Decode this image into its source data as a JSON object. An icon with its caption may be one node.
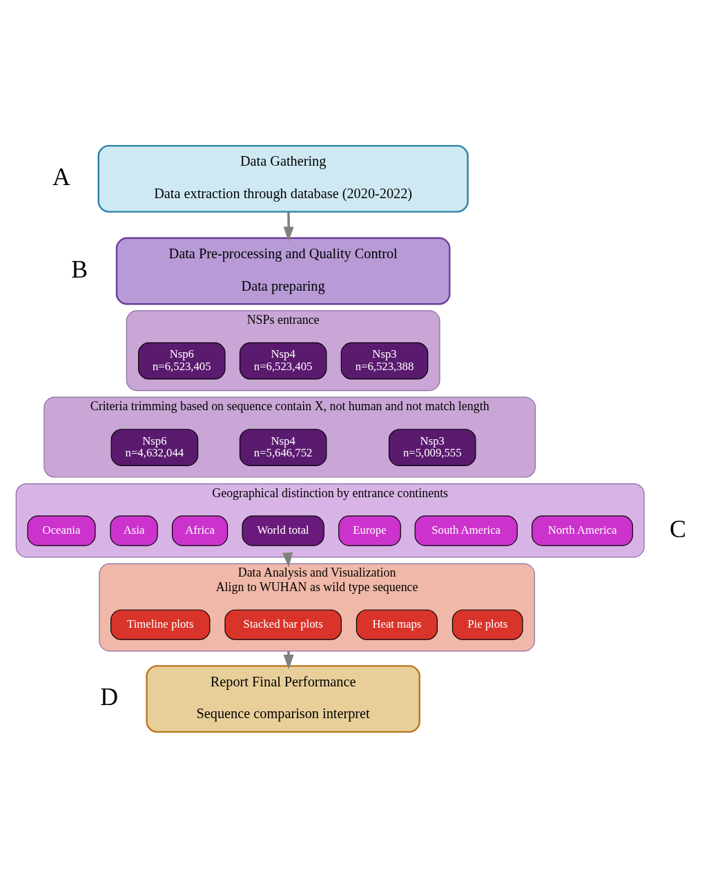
{
  "diagram": {
    "nodes": [
      {
        "text": [
          "Data Gathering",
          "Data extraction through database (2020-2022)"
        ]
      },
      {
        "text": [
          "Data Pre-processing and Quality Control",
          "Data preparing"
        ]
      },
      {
        "text": [
          "NSPs entrance"
        ]
      },
      {
        "text": [
          "Nsp3",
          "n=6,523,388"
        ],
        "in": 2
      },
      {
        "text": [
          "Nsp4",
          "n=6,523,405"
        ],
        "in": 2
      },
      {
        "text": [
          "Nsp6",
          "n=6,523,405"
        ],
        "in": 2
      },
      {
        "text": [
          "Criteria trimming based on sequence contain X, not human and not match length"
        ]
      },
      {
        "text": [
          "Nsp3",
          "n=5,009,555"
        ],
        "in": 6
      },
      {
        "text": [
          "Nsp4",
          "n=5,646,752"
        ],
        "in": 6
      },
      {
        "text": [
          "Nsp6",
          "n=4,632,044"
        ],
        "in": 6
      },
      {
        "text": [
          "Geographical distinction by entrance continents"
        ]
      },
      {
        "text": [
          "North America"
        ],
        "in": 10
      },
      {
        "text": [
          "South America"
        ],
        "in": 10
      },
      {
        "text": [
          "Europe"
        ],
        "in": 10
      },
      {
        "text": [
          "World total"
        ],
        "in": 10
      },
      {
        "text": [
          "Africa"
        ],
        "in": 10
      },
      {
        "text": [
          "Asia"
        ],
        "in": 10
      },
      {
        "text": [
          "Oceania"
        ],
        "in": 10
      },
      {
        "text": [
          "Data Analysis and Visualization",
          "Align to WUHAN as wild type sequence"
        ]
      },
      {
        "text": [
          "Pie plots"
        ],
        "in": 18
      },
      {
        "text": [
          "Heat maps"
        ],
        "in": 18
      },
      {
        "text": [
          "Stacked bar plots"
        ],
        "in": 18
      },
      {
        "text": [
          "Timeline plots"
        ],
        "in": 18
      },
      {
        "text": [
          "Report Final Performance",
          "Sequence comparison interpret"
        ]
      }
    ],
    "edges": [
      {
        "from": 0,
        "to": 1,
        "arrow": "to"
      },
      {
        "from": 10,
        "to": 18,
        "arrow": "to"
      },
      {
        "from": 18,
        "to": 23,
        "arrow": "to"
      }
    ],
    "labels": [
      "A",
      "B",
      "C",
      "D"
    ]
  }
}
